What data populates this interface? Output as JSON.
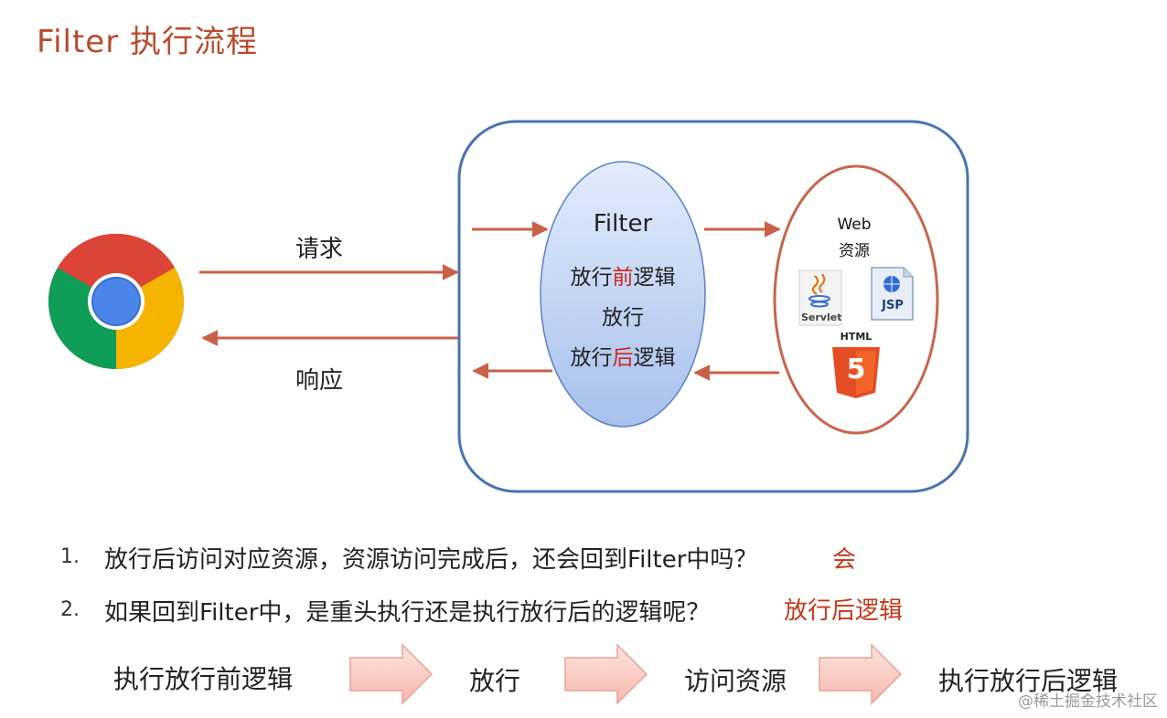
{
  "title": "Filter 执行流程",
  "diagram": {
    "request_label": "请求",
    "response_label": "响应",
    "filter": {
      "title": "Filter",
      "before_prefix": "放行",
      "before_highlight": "前",
      "before_suffix": "逻辑",
      "pass": "放行",
      "after_prefix": "放行",
      "after_highlight": "后",
      "after_suffix": "逻辑"
    },
    "web": {
      "title_line1": "Web",
      "title_line2": "资源",
      "servlet_label": "Servlet",
      "jsp_label": "JSP",
      "html5_label": "HTML",
      "html5_digit": "5"
    },
    "colors": {
      "arrow": "#c9604a",
      "container_border": "#4b72b0",
      "filter_fill_top": "#dfe9fb",
      "filter_fill_bottom": "#a9c2ee",
      "web_border": "#c6654f",
      "step_arrow_fill": "#fbd3cc",
      "step_arrow_border": "#e6a499"
    }
  },
  "questions": [
    {
      "num": "1.",
      "text": "放行后访问对应资源，资源访问完成后，还会回到Filter中吗？",
      "answer": "会"
    },
    {
      "num": "2.",
      "text": "如果回到Filter中，是重头执行还是执行放行后的逻辑呢？",
      "answer": "放行后逻辑"
    }
  ],
  "flow": [
    "执行放行前逻辑",
    "放行",
    "访问资源",
    "执行放行后逻辑"
  ],
  "watermark": "@稀土掘金技术社区"
}
